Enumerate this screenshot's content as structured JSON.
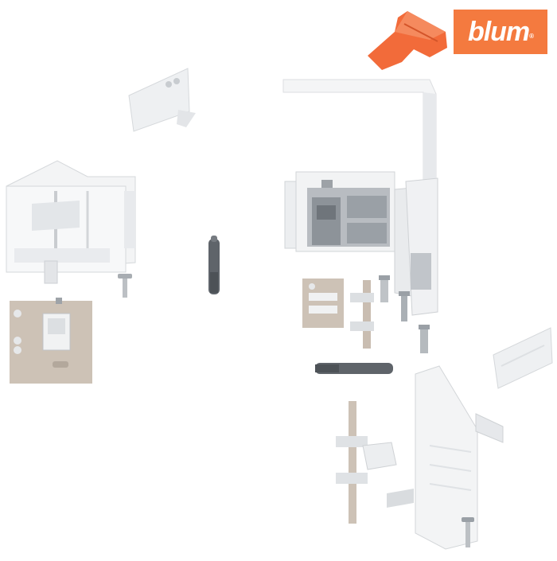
{
  "brand": {
    "name": "blum",
    "mark": "®",
    "color": "#f47a3f"
  },
  "colors": {
    "white_part": "#f4f5f6",
    "white_edge": "#d9dbde",
    "grey_part": "#8f959b",
    "dark_grey": "#5c6167",
    "beige_part": "#cbbfb3",
    "screw": "#b9bdc2",
    "orange_tool": "#f26b3a"
  },
  "parts": [
    "orange-jig-tool",
    "rear-bracket-small",
    "rear-bracket-large",
    "left-front-fixing",
    "left-mounting-plate",
    "left-screw",
    "damper-rod-left",
    "right-front-fixing",
    "right-mounting-plate",
    "right-clip",
    "right-screws",
    "damper-rod-right",
    "front-panel-cover",
    "bottom-clip",
    "bottom-screw"
  ]
}
